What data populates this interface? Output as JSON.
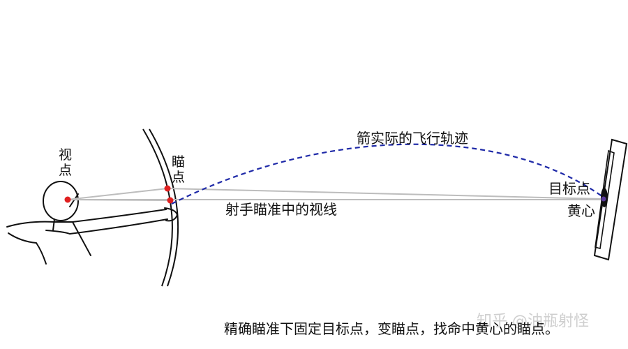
{
  "labels": {
    "eye_point": "视点",
    "aim_point": "瞄点",
    "trajectory": "箭实际的飞行轨迹",
    "sight_line": "射手瞄准中的视线",
    "target_point": "目标点",
    "bullseye": "黄心",
    "caption": "精确瞄准下固定目标点，变瞄点，找命中黄心的瞄点。"
  },
  "watermark": "知乎 @油瓶射怪",
  "colors": {
    "trajectory": "#1f2aa8",
    "marker": "#e02020",
    "sight_lines": "#bdbdbd",
    "ink": "#111111"
  }
}
